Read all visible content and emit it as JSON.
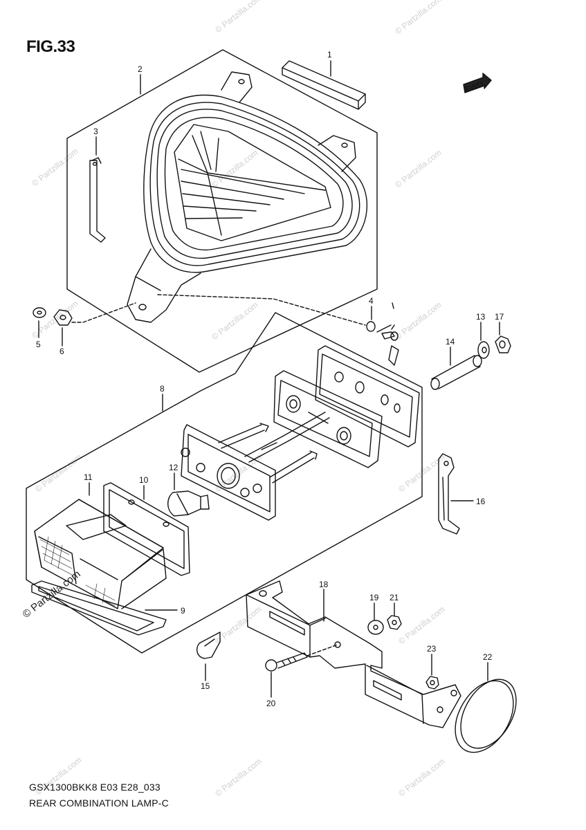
{
  "figure": {
    "title": "FIG.33",
    "model_code": "GSX1300BKK8 E03 E28_033",
    "assembly_name": "REAR COMBINATION LAMP-C",
    "brand_stamp": "© Partzilla.com",
    "fwd_label": "FWD",
    "watermark": "© Partzilla.com"
  },
  "callouts": [
    {
      "num": "1"
    },
    {
      "num": "2"
    },
    {
      "num": "3"
    },
    {
      "num": "4"
    },
    {
      "num": "5"
    },
    {
      "num": "6"
    },
    {
      "num": "8"
    },
    {
      "num": "9"
    },
    {
      "num": "10"
    },
    {
      "num": "11"
    },
    {
      "num": "12"
    },
    {
      "num": "13"
    },
    {
      "num": "14"
    },
    {
      "num": "15"
    },
    {
      "num": "16"
    },
    {
      "num": "17"
    },
    {
      "num": "18"
    },
    {
      "num": "19"
    },
    {
      "num": "20"
    },
    {
      "num": "21"
    },
    {
      "num": "22"
    },
    {
      "num": "23"
    }
  ]
}
